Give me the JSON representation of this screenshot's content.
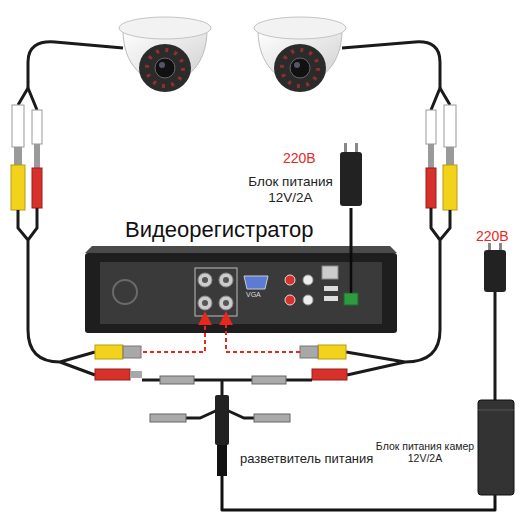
{
  "diagram": {
    "nodes": [
      {
        "text": [
          "Видеорегистратор"
        ]
      },
      {
        "text": [
          "220В",
          "Блок питания 12V/2A"
        ]
      },
      {
        "text": [
          "разветвитель питания"
        ]
      },
      {
        "text": [
          "220В",
          "Блок питания камер 12V/2A"
        ]
      }
    ],
    "edges": [
      {
        "from": 1,
        "to": 0,
        "arrow": "none"
      },
      {
        "from": 3,
        "to": 2,
        "arrow": "none"
      }
    ],
    "labels": [
      "VGA"
    ]
  }
}
